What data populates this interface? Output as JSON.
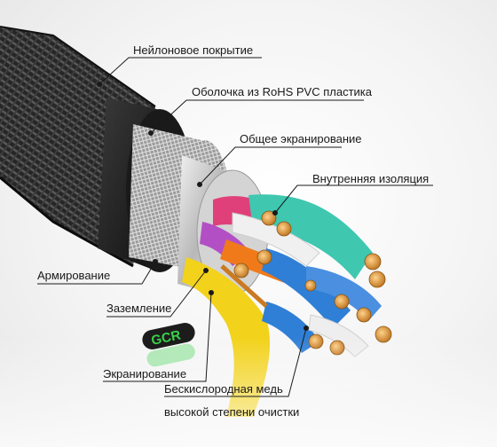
{
  "labels": {
    "nylon_coating": "Нейлоновое покрытие",
    "rohs_sheath": "Оболочка из RoHS PVC пластика",
    "overall_shield": "Общее экранирование",
    "inner_insulation": "Внутренняя изоляция",
    "armoring": "Армирование",
    "grounding": "Заземление",
    "shielding": "Экранирование",
    "copper_line1": "Бескислородная медь",
    "copper_line2": "высокой степени очистки"
  },
  "logo_text": "GCR",
  "colors": {
    "braid": "#2b2b2b",
    "foil": "#c9c9c9",
    "pink": "#e0407a",
    "teal": "#3fc7b0",
    "purple": "#b34fc4",
    "yellow": "#f2d21b",
    "blue": "#2f7fd6",
    "orange": "#f07a1a",
    "copper": "#d98a2b",
    "logo_green": "#3ad14a"
  }
}
